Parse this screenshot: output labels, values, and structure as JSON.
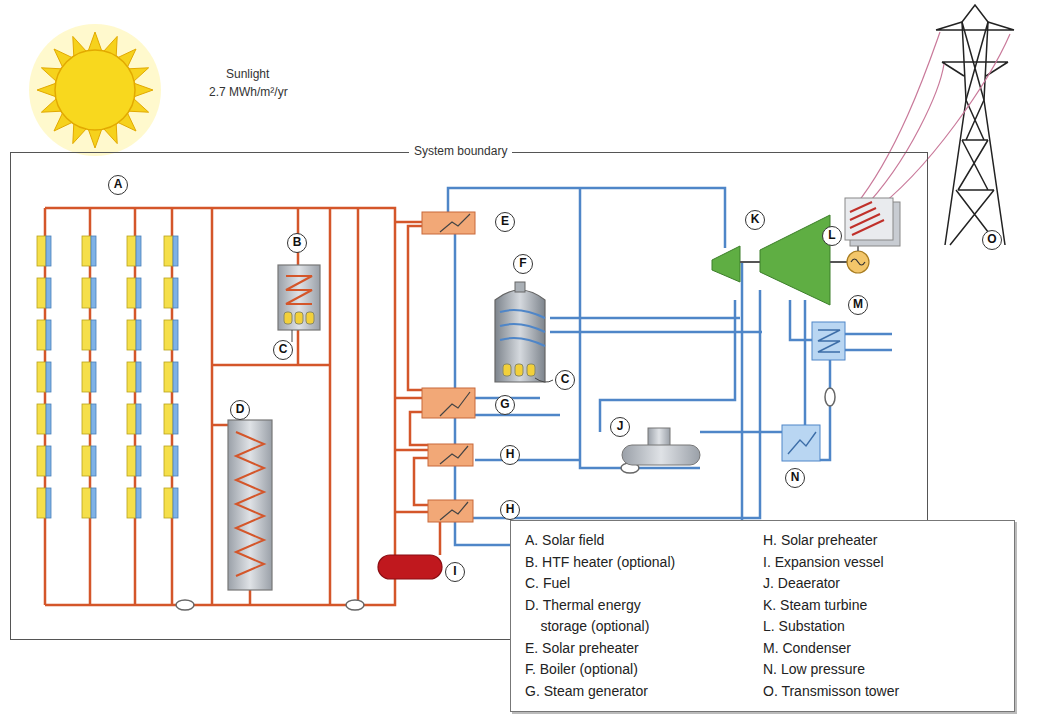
{
  "diagram": {
    "nodes": [
      {
        "text": [
          "System boundary"
        ]
      },
      {
        "text": [
          "A. Solar field",
          "B. HTF heater (optional)",
          "C. Fuel",
          "D. Thermal energy storage (optional)",
          "E. Solar preheater",
          "F. Boiler (optional)",
          "G. Steam generator",
          "H. Solar preheater",
          "I. Expansion vessel",
          "J. Deaerator",
          "K. Steam turbine",
          "L. Substation",
          "M. Condenser",
          "N. Low pressure",
          "O. Transmisson tower"
        ]
      }
    ],
    "labels": [
      "Sunlight",
      "2.7 MWh/m²/yr",
      "A",
      "B",
      "C",
      "D",
      "E",
      "F",
      "C",
      "G",
      "H",
      "H",
      "I",
      "J",
      "K",
      "L",
      "M",
      "N",
      "O"
    ]
  }
}
